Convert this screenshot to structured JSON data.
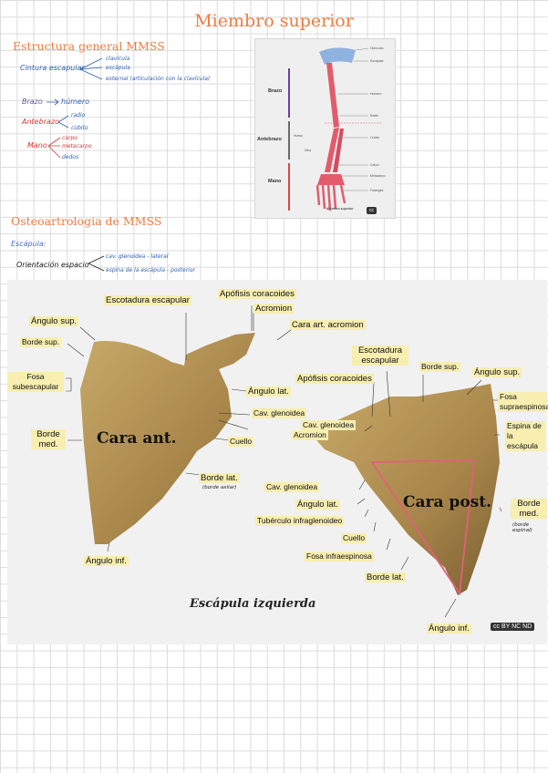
{
  "title": "Miembro superior",
  "section1": {
    "heading": "Estructura general MMSS",
    "cintura": {
      "label": "Cintura escapular",
      "items": [
        "clavícula",
        "escápula",
        "esternal (articulación con la clavícula)"
      ]
    },
    "brazo": {
      "label": "Brazo",
      "items": [
        "húmero"
      ]
    },
    "antebrazo": {
      "label": "Antebrazo",
      "items": [
        "radio",
        "cúbito"
      ]
    },
    "mano": {
      "label": "Mano",
      "items": [
        "carpo",
        "metacarpo",
        "dedos"
      ]
    }
  },
  "arm_figure": {
    "regions": [
      "Brazo",
      "Antebrazo",
      "Mano"
    ],
    "labels_right": [
      "Clavícula",
      "Escápula",
      "Húmero",
      "Radio",
      "Cúbito",
      "Carpo",
      "Metacarpo",
      "Falanges"
    ],
    "labels_left": [
      "Hueso",
      "Ulna"
    ],
    "caption": "Miembro superior",
    "license": "cc"
  },
  "section2": {
    "heading": "Osteoartrologia de MMSS",
    "escapula_label": "Escápula:",
    "orientacion": {
      "label": "Orientación espacio",
      "items": [
        "cav. glenoidea - lateral",
        "espina de la escápula - posterior"
      ]
    }
  },
  "scapula_figure": {
    "anterior": {
      "face_label": "Cara ant.",
      "labels": {
        "escotadura": "Escotadura escapular",
        "apofisis": "Apófisis coracoides",
        "acromion": "Acromion",
        "cara_art": "Cara art. acromion",
        "angulo_sup": "Ángulo sup.",
        "borde_sup": "Borde sup.",
        "fosa": "Fosa subescapular",
        "angulo_lat": "Ángulo lat.",
        "cav_glen": "Cav. glenoidea",
        "cuello": "Cuello",
        "borde_med": "Borde med.",
        "borde_lat": "Borde lat.",
        "angulo_inf": "Ángulo inf."
      },
      "note_borde_lat": "(borde axilar)"
    },
    "posterior": {
      "face_label": "Cara post.",
      "labels": {
        "escotadura": "Escotadura escapular",
        "borde_sup": "Borde sup.",
        "angulo_sup": "Ángulo sup.",
        "apofisis": "Apófisis coracoides",
        "acromion": "Acromion",
        "fosa_supra": "Fosa supraespinosa",
        "espina": "Espina de la escápula",
        "cav_glen": "Cav. glenoidea",
        "angulo_lat": "Ángulo lat.",
        "tuberculo": "Tubérculo infraglenoideo",
        "cuello": "Cuello",
        "fosa_infra": "Fosa infraespinosa",
        "borde_lat": "Borde lat.",
        "borde_med": "Borde med.",
        "angulo_inf": "Ángulo inf."
      },
      "note_borde_med": "(borde espinal)"
    },
    "caption": "Escápula izquierda",
    "license": "cc BY NC ND"
  }
}
